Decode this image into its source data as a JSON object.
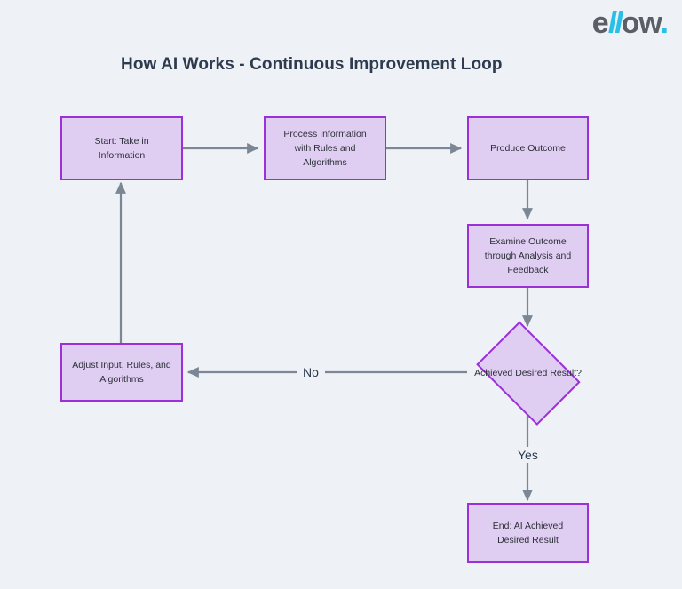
{
  "page": {
    "background_color": "#eef1f5",
    "title": "How AI Works - Continuous Improvement Loop"
  },
  "logo": {
    "part1": "e",
    "part2": "ll",
    "part3": "ow",
    "part4": ".",
    "text_color": "#5a5f66",
    "accent_color": "#29c0e8"
  },
  "diagram": {
    "type": "flowchart",
    "node_fill": "#e0cdf2",
    "node_border": "#9b30d9",
    "connector_color": "#7b8794",
    "nodes": [
      {
        "id": "start",
        "shape": "rect",
        "label_line1": "Start: Take in",
        "label_line2": "Information",
        "label_line3": ""
      },
      {
        "id": "process",
        "shape": "rect",
        "label_line1": "Process Information",
        "label_line2": "with Rules and",
        "label_line3": "Algorithms"
      },
      {
        "id": "produce",
        "shape": "rect",
        "label_line1": "Produce Outcome",
        "label_line2": "",
        "label_line3": ""
      },
      {
        "id": "examine",
        "shape": "rect",
        "label_line1": "Examine Outcome",
        "label_line2": "through Analysis and",
        "label_line3": "Feedback"
      },
      {
        "id": "decide",
        "shape": "diamond",
        "label_line1": "Achieved",
        "label_line2": "Desired",
        "label_line3": "Result?"
      },
      {
        "id": "adjust",
        "shape": "rect",
        "label_line1": "Adjust Input, Rules, and",
        "label_line2": "Algorithms",
        "label_line3": ""
      },
      {
        "id": "end",
        "shape": "rect",
        "label_line1": "End: AI Achieved",
        "label_line2": "Desired Result",
        "label_line3": ""
      }
    ],
    "edges": [
      {
        "from": "start",
        "to": "process",
        "label": ""
      },
      {
        "from": "process",
        "to": "produce",
        "label": ""
      },
      {
        "from": "produce",
        "to": "examine",
        "label": ""
      },
      {
        "from": "examine",
        "to": "decide",
        "label": ""
      },
      {
        "from": "decide",
        "to": "adjust",
        "label": "No"
      },
      {
        "from": "decide",
        "to": "end",
        "label": "Yes"
      },
      {
        "from": "adjust",
        "to": "start",
        "label": ""
      }
    ],
    "edge_labels": {
      "no": "No",
      "yes": "Yes"
    }
  }
}
